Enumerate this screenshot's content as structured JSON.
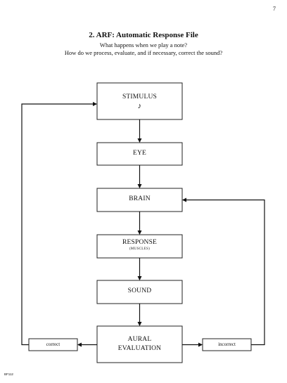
{
  "page_number": "7",
  "title": "2. ARF: Automatic Response File",
  "subtitle_lines": [
    "What happens when we play a note?",
    "How do we process, evaluate, and if necessary, correct the sound?"
  ],
  "nodes": {
    "stimulus": {
      "label": "STIMULUS",
      "symbol": "♪"
    },
    "eye": {
      "label": "EYE"
    },
    "brain": {
      "label": "BRAIN"
    },
    "response": {
      "label": "RESPONSE",
      "sublabel": "(MUSCLES)"
    },
    "sound": {
      "label": "SOUND"
    },
    "aural": {
      "line1": "AURAL",
      "line2": "EVALUATION"
    },
    "correct": {
      "label": "correct"
    },
    "incorrect": {
      "label": "incorrect"
    }
  },
  "footer_code": "BF112"
}
